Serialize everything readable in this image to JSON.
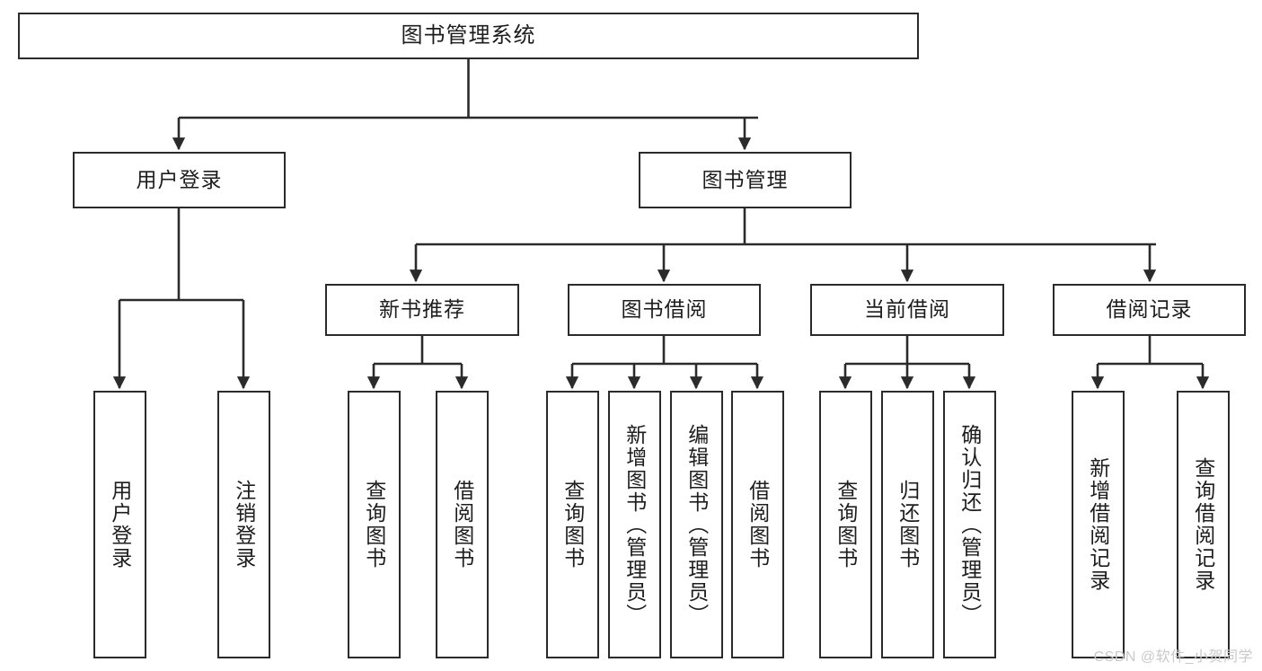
{
  "diagram": {
    "type": "tree-hierarchy",
    "title": "图书管理系统",
    "orientation": "top-down",
    "colors": {
      "box_border": "#2b2b2b",
      "box_fill": "#ffffff",
      "connector": "#2b2b2b",
      "page_background": "#ffffff",
      "watermark": "#c9c9c9"
    },
    "root": {
      "id": "root",
      "label": "图书管理系统"
    },
    "level1": [
      {
        "id": "user-login",
        "label": "用户登录"
      },
      {
        "id": "book-manage",
        "label": "图书管理"
      }
    ],
    "level2": [
      {
        "id": "new-book-rec",
        "label": "新书推荐",
        "parent": "book-manage"
      },
      {
        "id": "book-borrow",
        "label": "图书借阅",
        "parent": "book-manage"
      },
      {
        "id": "current-borrow",
        "label": "当前借阅",
        "parent": "book-manage"
      },
      {
        "id": "borrow-record",
        "label": "借阅记录",
        "parent": "book-manage"
      }
    ],
    "leaves": {
      "user-login": [
        {
          "id": "leaf-user-login",
          "label": "用户登录"
        },
        {
          "id": "leaf-user-logout",
          "label": "注销登录"
        }
      ],
      "new-book-rec": [
        {
          "id": "leaf-query-book-1",
          "label": "查询图书"
        },
        {
          "id": "leaf-borrow-book-1",
          "label": "借阅图书"
        }
      ],
      "book-borrow": [
        {
          "id": "leaf-query-book-2",
          "label": "查询图书"
        },
        {
          "id": "leaf-add-book",
          "label": "新增图书（管理员）"
        },
        {
          "id": "leaf-edit-book",
          "label": "编辑图书（管理员）"
        },
        {
          "id": "leaf-borrow-book-2",
          "label": "借阅图书"
        }
      ],
      "current-borrow": [
        {
          "id": "leaf-query-book-3",
          "label": "查询图书"
        },
        {
          "id": "leaf-return-book",
          "label": "归还图书"
        },
        {
          "id": "leaf-confirm-return",
          "label": "确认归还（管理员）"
        }
      ],
      "borrow-record": [
        {
          "id": "leaf-add-record",
          "label": "新增借阅记录"
        },
        {
          "id": "leaf-query-record",
          "label": "查询借阅记录"
        }
      ]
    }
  },
  "watermark": {
    "text": "CSDN @软件_小贺同学"
  }
}
